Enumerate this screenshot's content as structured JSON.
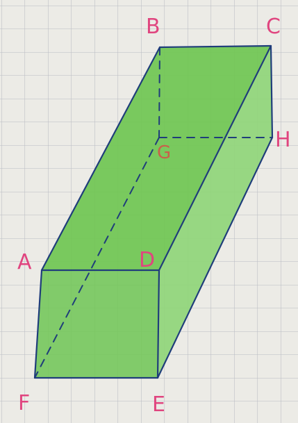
{
  "colors": {
    "paper": "#ecebe6",
    "grid": "#b9bbc3",
    "fill": "#6fc653",
    "fill_light": "#8fd57a",
    "edge": "#1f3d7a",
    "label": "#e0457f",
    "label_hidden": "#c9604a"
  },
  "vertices": {
    "A": {
      "label": "A"
    },
    "B": {
      "label": "B"
    },
    "C": {
      "label": "C"
    },
    "D": {
      "label": "D"
    },
    "E": {
      "label": "E"
    },
    "F": {
      "label": "F"
    },
    "G": {
      "label": "G"
    },
    "H": {
      "label": "H"
    }
  }
}
